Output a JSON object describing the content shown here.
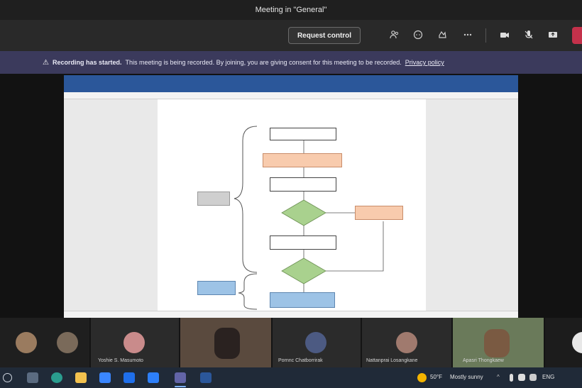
{
  "window": {
    "title": "Meeting in \"General\""
  },
  "toolbar": {
    "request_control_label": "Request control",
    "icons": [
      "people-icon",
      "chat-icon",
      "react-icon",
      "more-icon",
      "camera-icon",
      "mic-icon",
      "share-icon"
    ]
  },
  "banner": {
    "heading": "Recording has started.",
    "message": "This meeting is being recorded. By joining, you are giving consent for this meeting to be recorded.",
    "link": "Privacy policy"
  },
  "participants": [
    {
      "name": ""
    },
    {
      "name": ""
    },
    {
      "name": "Yoshie S. Masumoto"
    },
    {
      "name": ""
    },
    {
      "name": "Pornnc Chatborrirak"
    },
    {
      "name": "Nattanprai Losangkane"
    },
    {
      "name": "Apasri Thongkaew"
    }
  ],
  "taskbar": {
    "weather": "50°F",
    "weather_desc": "Mostly sunny",
    "lang": "ENG"
  },
  "colors": {
    "banner": "#3b3a5c",
    "word_blue": "#2b579a",
    "orange_box": "#f8cbad",
    "blue_box": "#9dc3e6",
    "diamond": "#a9d18e"
  }
}
